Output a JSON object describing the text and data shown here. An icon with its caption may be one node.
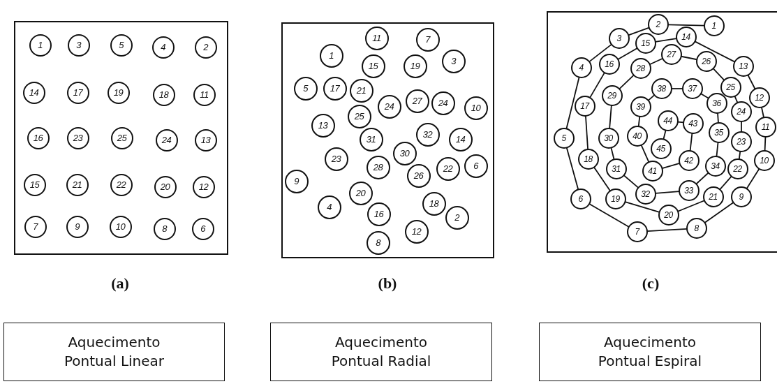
{
  "diagram": {
    "nodes": [
      {
        "text": [],
        "shape": "box",
        "beside": [
          "(a)"
        ]
      },
      {
        "text": [
          "1"
        ],
        "in": 0
      },
      {
        "text": [
          "3"
        ],
        "in": 0
      },
      {
        "text": [
          "5"
        ],
        "in": 0
      },
      {
        "text": [
          "4"
        ],
        "in": 0
      },
      {
        "text": [
          "2"
        ],
        "in": 0
      },
      {
        "text": [
          "14"
        ],
        "in": 0
      },
      {
        "text": [
          "17"
        ],
        "in": 0
      },
      {
        "text": [
          "19"
        ],
        "in": 0
      },
      {
        "text": [
          "18"
        ],
        "in": 0
      },
      {
        "text": [
          "11"
        ],
        "in": 0
      },
      {
        "text": [
          "16"
        ],
        "in": 0
      },
      {
        "text": [
          "23"
        ],
        "in": 0
      },
      {
        "text": [
          "25"
        ],
        "in": 0
      },
      {
        "text": [
          "24"
        ],
        "in": 0
      },
      {
        "text": [
          "13"
        ],
        "in": 0
      },
      {
        "text": [
          "15"
        ],
        "in": 0
      },
      {
        "text": [
          "21"
        ],
        "in": 0
      },
      {
        "text": [
          "22"
        ],
        "in": 0
      },
      {
        "text": [
          "20"
        ],
        "in": 0
      },
      {
        "text": [
          "12"
        ],
        "in": 0
      },
      {
        "text": [
          "7"
        ],
        "in": 0
      },
      {
        "text": [
          "9"
        ],
        "in": 0
      },
      {
        "text": [
          "10"
        ],
        "in": 0
      },
      {
        "text": [
          "8"
        ],
        "in": 0
      },
      {
        "text": [
          "6"
        ],
        "in": 0
      },
      {
        "text": [],
        "shape": "box",
        "beside": [
          "(b)"
        ]
      },
      {
        "text": [
          "11"
        ],
        "in": 26
      },
      {
        "text": [
          "7"
        ],
        "in": 26
      },
      {
        "text": [
          "1"
        ],
        "in": 26
      },
      {
        "text": [
          "15"
        ],
        "in": 26
      },
      {
        "text": [
          "19"
        ],
        "in": 26
      },
      {
        "text": [
          "3"
        ],
        "in": 26
      },
      {
        "text": [
          "5"
        ],
        "in": 26
      },
      {
        "text": [
          "17"
        ],
        "in": 26
      },
      {
        "text": [
          "21"
        ],
        "in": 26
      },
      {
        "text": [
          "24"
        ],
        "in": 26
      },
      {
        "text": [
          "27"
        ],
        "in": 26
      },
      {
        "text": [
          "24"
        ],
        "in": 26
      },
      {
        "text": [
          "10"
        ],
        "in": 26
      },
      {
        "text": [
          "25"
        ],
        "in": 26
      },
      {
        "text": [
          "13"
        ],
        "in": 26
      },
      {
        "text": [
          "31"
        ],
        "in": 26
      },
      {
        "text": [
          "32"
        ],
        "in": 26
      },
      {
        "text": [
          "14"
        ],
        "in": 26
      },
      {
        "text": [
          "30"
        ],
        "in": 26
      },
      {
        "text": [
          "23"
        ],
        "in": 26
      },
      {
        "text": [
          "28"
        ],
        "in": 26
      },
      {
        "text": [
          "26"
        ],
        "in": 26
      },
      {
        "text": [
          "22"
        ],
        "in": 26
      },
      {
        "text": [
          "6"
        ],
        "in": 26
      },
      {
        "text": [
          "9"
        ],
        "in": 26
      },
      {
        "text": [
          "20"
        ],
        "in": 26
      },
      {
        "text": [
          "4"
        ],
        "in": 26
      },
      {
        "text": [
          "18"
        ],
        "in": 26
      },
      {
        "text": [
          "16"
        ],
        "in": 26
      },
      {
        "text": [
          "2"
        ],
        "in": 26
      },
      {
        "text": [
          "12"
        ],
        "in": 26
      },
      {
        "text": [
          "8"
        ],
        "in": 26
      },
      {
        "text": [],
        "shape": "box",
        "beside": [
          "(c)"
        ]
      },
      {
        "text": [
          "1"
        ],
        "in": 59
      },
      {
        "text": [
          "2"
        ],
        "in": 59
      },
      {
        "text": [
          "3"
        ],
        "in": 59
      },
      {
        "text": [
          "4"
        ],
        "in": 59
      },
      {
        "text": [
          "5"
        ],
        "in": 59
      },
      {
        "text": [
          "6"
        ],
        "in": 59
      },
      {
        "text": [
          "7"
        ],
        "in": 59
      },
      {
        "text": [
          "8"
        ],
        "in": 59
      },
      {
        "text": [
          "9"
        ],
        "in": 59
      },
      {
        "text": [
          "10"
        ],
        "in": 59
      },
      {
        "text": [
          "11"
        ],
        "in": 59
      },
      {
        "text": [
          "12"
        ],
        "in": 59
      },
      {
        "text": [
          "13"
        ],
        "in": 59
      },
      {
        "text": [
          "14"
        ],
        "in": 59
      },
      {
        "text": [
          "15"
        ],
        "in": 59
      },
      {
        "text": [
          "16"
        ],
        "in": 59
      },
      {
        "text": [
          "17"
        ],
        "in": 59
      },
      {
        "text": [
          "18"
        ],
        "in": 59
      },
      {
        "text": [
          "19"
        ],
        "in": 59
      },
      {
        "text": [
          "20"
        ],
        "in": 59
      },
      {
        "text": [
          "21"
        ],
        "in": 59
      },
      {
        "text": [
          "22"
        ],
        "in": 59
      },
      {
        "text": [
          "23"
        ],
        "in": 59
      },
      {
        "text": [
          "24"
        ],
        "in": 59
      },
      {
        "text": [
          "25"
        ],
        "in": 59
      },
      {
        "text": [
          "26"
        ],
        "in": 59
      },
      {
        "text": [
          "27"
        ],
        "in": 59
      },
      {
        "text": [
          "28"
        ],
        "in": 59
      },
      {
        "text": [
          "29"
        ],
        "in": 59
      },
      {
        "text": [
          "30"
        ],
        "in": 59
      },
      {
        "text": [
          "31"
        ],
        "in": 59
      },
      {
        "text": [
          "32"
        ],
        "in": 59
      },
      {
        "text": [
          "33"
        ],
        "in": 59
      },
      {
        "text": [
          "34"
        ],
        "in": 59
      },
      {
        "text": [
          "35"
        ],
        "in": 59
      },
      {
        "text": [
          "36"
        ],
        "in": 59
      },
      {
        "text": [
          "37"
        ],
        "in": 59
      },
      {
        "text": [
          "38"
        ],
        "in": 59
      },
      {
        "text": [
          "39"
        ],
        "in": 59
      },
      {
        "text": [
          "40"
        ],
        "in": 59
      },
      {
        "text": [
          "41"
        ],
        "in": 59
      },
      {
        "text": [
          "42"
        ],
        "in": 59
      },
      {
        "text": [
          "43"
        ],
        "in": 59
      },
      {
        "text": [
          "44"
        ],
        "in": 59
      },
      {
        "text": [
          "45"
        ],
        "in": 59
      },
      {
        "text": [
          "Aquecimento Pontual Linear"
        ]
      },
      {
        "text": [
          "Aquecimento Pontual Radial"
        ]
      },
      {
        "text": [
          "Aquecimento Pontual Espiral"
        ]
      }
    ],
    "edges": [
      {
        "from": 60,
        "to": 61,
        "arrow": "none"
      },
      {
        "from": 61,
        "to": 62,
        "arrow": "none"
      },
      {
        "from": 62,
        "to": 63,
        "arrow": "none"
      },
      {
        "from": 63,
        "to": 64,
        "arrow": "none"
      },
      {
        "from": 64,
        "to": 65,
        "arrow": "none"
      },
      {
        "from": 65,
        "to": 66,
        "arrow": "none"
      },
      {
        "from": 66,
        "to": 67,
        "arrow": "none"
      },
      {
        "from": 67,
        "to": 68,
        "arrow": "none"
      },
      {
        "from": 68,
        "to": 69,
        "arrow": "none"
      },
      {
        "from": 69,
        "to": 70,
        "arrow": "none"
      },
      {
        "from": 70,
        "to": 71,
        "arrow": "none"
      },
      {
        "from": 71,
        "to": 72,
        "arrow": "none"
      },
      {
        "from": 72,
        "to": 73,
        "arrow": "none"
      },
      {
        "from": 73,
        "to": 74,
        "arrow": "none"
      },
      {
        "from": 74,
        "to": 75,
        "arrow": "none"
      },
      {
        "from": 75,
        "to": 76,
        "arrow": "none"
      },
      {
        "from": 76,
        "to": 77,
        "arrow": "none"
      },
      {
        "from": 77,
        "to": 78,
        "arrow": "none"
      },
      {
        "from": 78,
        "to": 79,
        "arrow": "none"
      },
      {
        "from": 79,
        "to": 80,
        "arrow": "none"
      },
      {
        "from": 80,
        "to": 81,
        "arrow": "none"
      },
      {
        "from": 81,
        "to": 82,
        "arrow": "none"
      },
      {
        "from": 82,
        "to": 83,
        "arrow": "none"
      },
      {
        "from": 83,
        "to": 84,
        "arrow": "none"
      },
      {
        "from": 84,
        "to": 85,
        "arrow": "none"
      },
      {
        "from": 85,
        "to": 86,
        "arrow": "none"
      },
      {
        "from": 86,
        "to": 87,
        "arrow": "none"
      },
      {
        "from": 87,
        "to": 88,
        "arrow": "none"
      },
      {
        "from": 88,
        "to": 89,
        "arrow": "none"
      },
      {
        "from": 89,
        "to": 90,
        "arrow": "none"
      },
      {
        "from": 90,
        "to": 91,
        "arrow": "none"
      },
      {
        "from": 91,
        "to": 92,
        "arrow": "none"
      },
      {
        "from": 92,
        "to": 93,
        "arrow": "none"
      },
      {
        "from": 93,
        "to": 94,
        "arrow": "none"
      },
      {
        "from": 94,
        "to": 95,
        "arrow": "none"
      },
      {
        "from": 95,
        "to": 96,
        "arrow": "none"
      },
      {
        "from": 96,
        "to": 97,
        "arrow": "none"
      },
      {
        "from": 97,
        "to": 98,
        "arrow": "none"
      },
      {
        "from": 98,
        "to": 99,
        "arrow": "none"
      },
      {
        "from": 99,
        "to": 100,
        "arrow": "none"
      },
      {
        "from": 100,
        "to": 101,
        "arrow": "none"
      },
      {
        "from": 101,
        "to": 102,
        "arrow": "none"
      },
      {
        "from": 102,
        "to": 103,
        "arrow": "none"
      },
      {
        "from": 103,
        "to": 104,
        "arrow": "none"
      }
    ]
  }
}
